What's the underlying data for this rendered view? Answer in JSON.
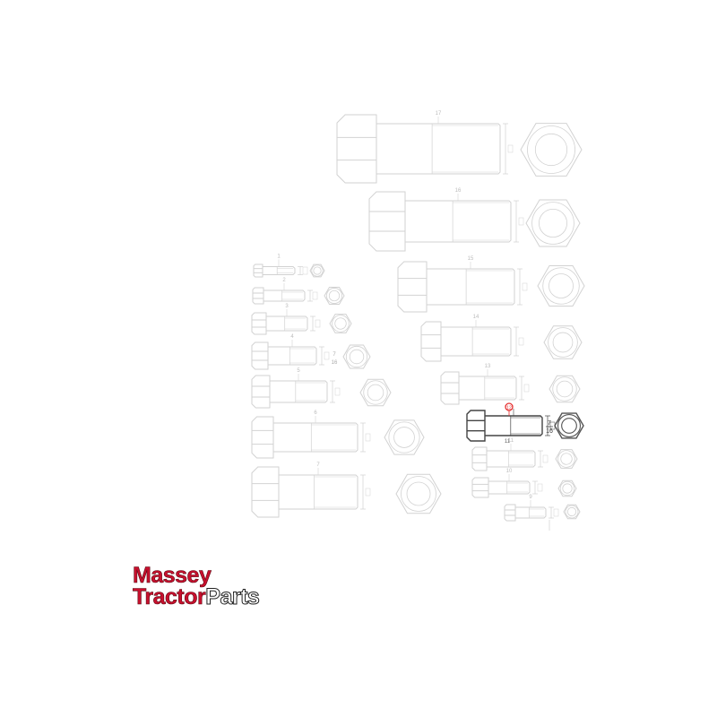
{
  "logo": {
    "line1": "Massey",
    "tractor": "Tractor",
    "parts": "Parts"
  },
  "colors": {
    "line": "#d2d2d2",
    "highlight": "#e53030",
    "brand": "#c8102e"
  },
  "item_numbers": {
    "right_column": [
      "17",
      "16",
      "15",
      "14",
      "13",
      "12",
      "11",
      "10",
      "9"
    ],
    "left_column": [
      "1",
      "2",
      "3",
      "4",
      "5",
      "6",
      "7",
      "8"
    ],
    "highlighted": "12"
  },
  "thread_labels": {
    "hex_7_16": "7\n16"
  }
}
